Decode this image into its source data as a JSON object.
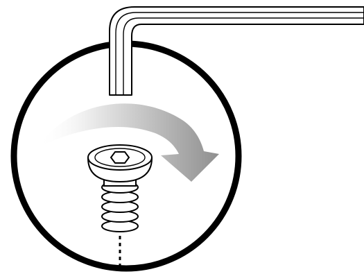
{
  "illustration": {
    "kind": "assembly-instruction",
    "step": "tighten-screw-clockwise-with-hex-key",
    "tool": "hex-key",
    "fastener": "hex-socket-screw",
    "rotation_direction": "clockwise",
    "colors": {
      "outline": "#000000",
      "background": "#ffffff",
      "arrow_light": "#f4f4f4",
      "arrow_dark": "#9a9a9a"
    }
  }
}
